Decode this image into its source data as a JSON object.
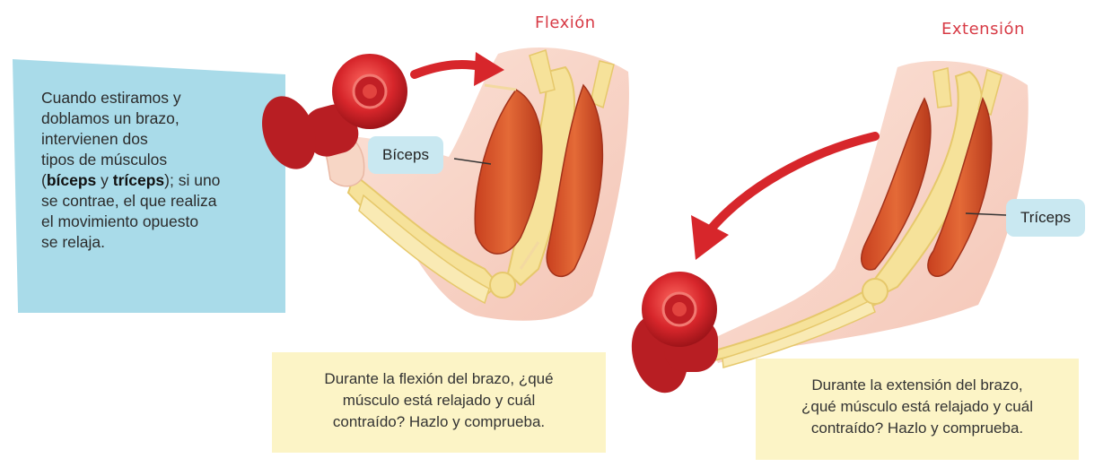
{
  "info_box": {
    "parts": [
      "Cuando estiramos y",
      "doblamos un brazo,",
      "intervienen dos",
      "tipos de músculos",
      "(",
      "bíceps",
      " y ",
      "tríceps",
      "); si uno",
      "se contrae, el que realiza",
      "el movimiento opuesto",
      "se relaja."
    ]
  },
  "titles": {
    "flexion": "Flexión",
    "extension": "Extensión"
  },
  "labels": {
    "biceps": "Bíceps",
    "triceps": "Tríceps"
  },
  "questions": {
    "left": [
      "Durante la flexión del brazo, ¿qué",
      "músculo está relajado y cuál",
      "contraído? Hazlo y comprueba."
    ],
    "right": [
      "Durante la extensión del brazo,",
      "¿qué músculo está relajado y cuál",
      "contraído? Hazlo y comprueba."
    ]
  },
  "colors": {
    "accent_red": "#d73a45",
    "info_box": "#a9dbe9",
    "label_tag": "#c9e8f1",
    "question_box": "#fcf4c6",
    "muscle": "#d9512b",
    "bone": "#f6e29a",
    "skin": "#f6cfc0",
    "dumbbell": "#d7262b"
  },
  "icons": {
    "dumbbell_left": "dumbbell-icon",
    "dumbbell_right": "dumbbell-icon",
    "arrow_left": "curved-arrow-icon",
    "arrow_right": "curved-arrow-icon"
  }
}
